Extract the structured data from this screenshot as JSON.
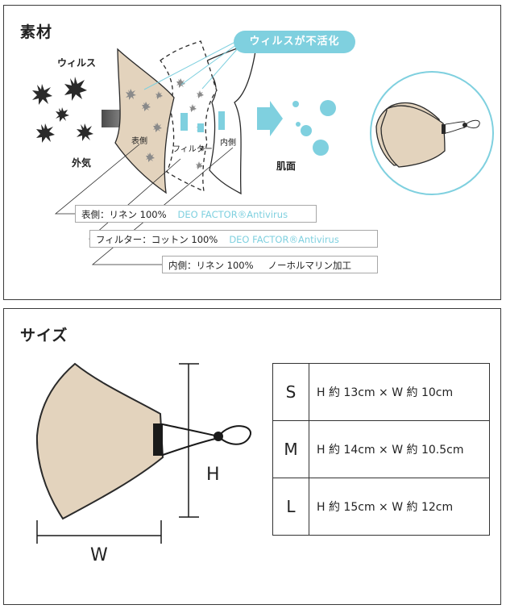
{
  "material": {
    "title": "素材",
    "virus_label": "ウィルス",
    "outside_air_label": "外気",
    "inactivation_label": "ウィルスが不活化",
    "outer_label": "表側",
    "filter_label": "フィルター",
    "inner_label": "内側",
    "skin_label": "肌面",
    "specs": [
      {
        "name": "表側：リネン 100%",
        "finish": "DEO FACTOR®Antivirus"
      },
      {
        "name": "フィルター：コットン 100%",
        "finish": "DEO FACTOR®Antivirus"
      },
      {
        "name": "内側：リネン 100%",
        "finish": "ノーホルマリン加工"
      }
    ]
  },
  "size": {
    "title": "サイズ",
    "rows": [
      {
        "code": "S",
        "dims": "H 約 13cm × W 約 10cm"
      },
      {
        "code": "M",
        "dims": "H 約 14cm × W 約 10.5cm"
      },
      {
        "code": "L",
        "dims": "H 約 15cm × W 約 12cm"
      }
    ],
    "height_letter": "H",
    "width_letter": "W"
  },
  "colors": {
    "beige": "#e3d3bd",
    "teal": "#7fd0df",
    "dark": "#2a2a2a",
    "gray_gradient_start": "#4a4a4a",
    "gray_gradient_end": "#c9c9c9"
  },
  "icons": [
    "virus-icon",
    "arrow-right-icon",
    "droplet-icon",
    "mask-icon"
  ]
}
